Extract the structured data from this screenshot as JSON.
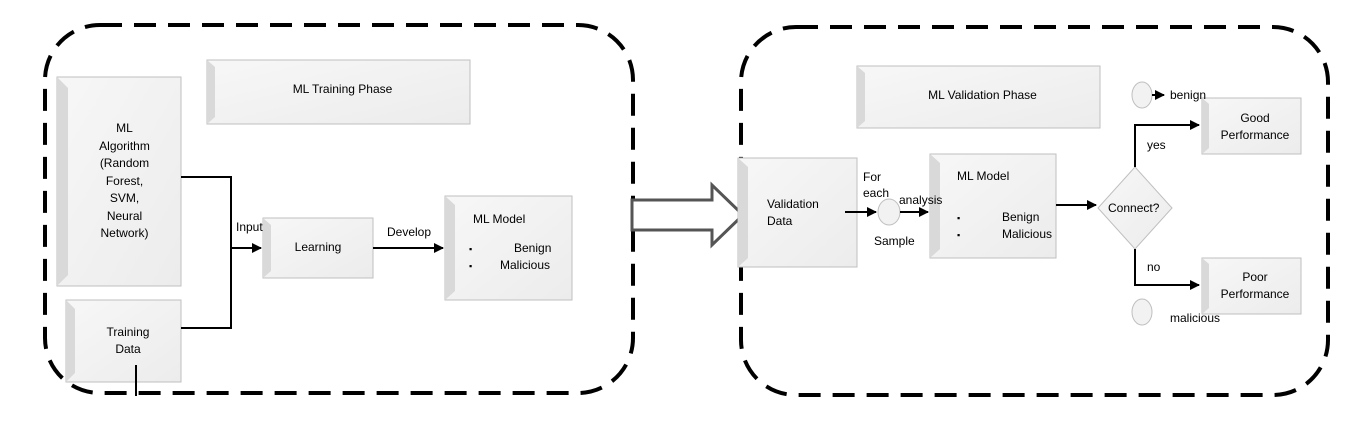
{
  "training": {
    "phase_title": "ML Training Phase",
    "algorithm_lines": [
      "ML",
      "Algorithm",
      "(Random",
      "Forest,",
      "SVM,",
      "Neural",
      "Network)"
    ],
    "training_data_lines": [
      "Training",
      "Data"
    ],
    "input_label": "Input",
    "learning_label": "Learning",
    "develop_label": "Develop",
    "model": {
      "title": "ML Model",
      "items": [
        "Benign",
        "Malicious"
      ]
    }
  },
  "validation": {
    "phase_title": "ML Validation Phase",
    "validation_data_lines": [
      "Validation",
      "Data"
    ],
    "for_each_lines": [
      "For",
      "each"
    ],
    "analysis_label": "analysis",
    "sample_label": "Sample",
    "model": {
      "title": "ML Model",
      "items": [
        "Benign",
        "Malicious"
      ]
    },
    "decision_label": "Connect?",
    "yes_label": "yes",
    "no_label": "no",
    "benign_label": "benign",
    "malicious_label": "malicious",
    "good_lines": [
      "Good",
      "Performance"
    ],
    "poor_lines": [
      "Poor",
      "Performance"
    ]
  },
  "bullet_glyph": "▪"
}
